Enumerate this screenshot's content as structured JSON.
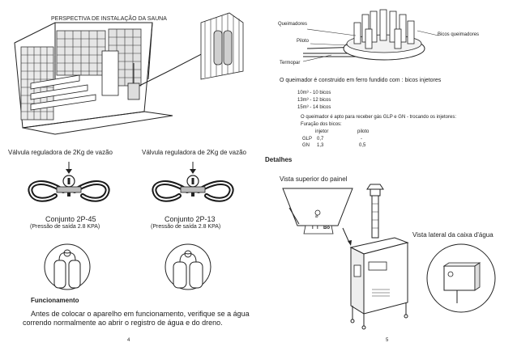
{
  "left": {
    "sauna_title": "PERSPECTIVA DE INSTALAÇÃO DA SAUNA",
    "valve_a_caption": "Válvula reguladora de 2Kg de vazão",
    "valve_b_caption": "Válvula reguladora de 2Kg de vazão",
    "set_a_name": "Conjunto 2P-45",
    "set_a_pressure": "(Pressão de saída 2.8 KPA)",
    "set_b_name": "Conjunto 2P-13",
    "set_b_pressure": "(Pressão de saída 2.8 KPA)",
    "operation_heading": "Funcionamento",
    "operation_line1": "Antes de colocar o aparelho em funcionamento, verifique se a água",
    "operation_line2": "correndo normalmente ao  abrir o registro de água e do dreno.",
    "page_number": "4"
  },
  "right": {
    "label_burners": "Queimadores",
    "label_pilot": "Piloto",
    "label_burner_nozzles": "Bicos queimadores",
    "label_thermocouple": "Termopar",
    "material_note": "O queimador é construido em ferro fundido com : bicos injetores",
    "nozzle_10": "10m³ - 10 bicos",
    "nozzle_13": "13m³ - 12 bicos",
    "nozzle_15": "15m³ - 14 bicos",
    "gas_note": "O queimador é apto para receber gás GLP e GN - trocando os injetores:",
    "hole_note": "Furação dos bicos:",
    "table_head_injector": "injetor",
    "table_head_pilot": "piloto",
    "glp_label": "GLP",
    "glp_injector": "0,7",
    "glp_pilot": "-",
    "gn_label": "GN",
    "gn_injector": "1,3",
    "gn_pilot": "0,5",
    "details_heading": "Detalhes",
    "panel_top_view": "Vista superior do painel",
    "box_side_view": "Vista lateral da caixa d'água",
    "panel_symbol": "⌀",
    "panel_button_a": "I",
    "panel_button_b": "I",
    "panel_mark": "Bo",
    "page_number": "5"
  }
}
